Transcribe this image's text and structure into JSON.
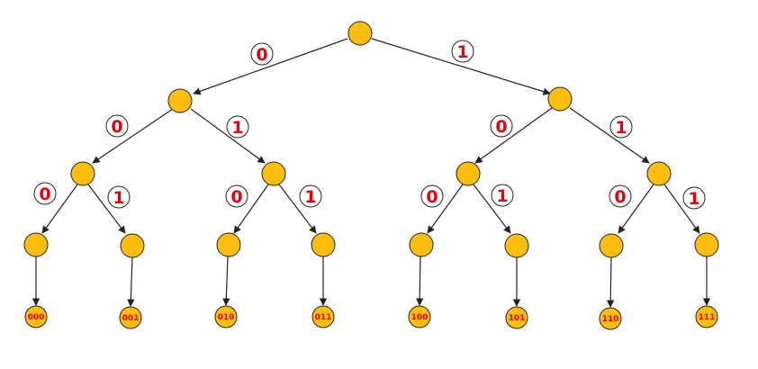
{
  "diagram": {
    "type": "binary-tree",
    "colors": {
      "node_fill": "#FDBE0E",
      "node_stroke": "#222222",
      "edge": "#222222",
      "label_text": "#E8000B",
      "label_bg": "#ffffff"
    },
    "branch_labels": {
      "root_left": "0",
      "root_right": "1",
      "n0_left": "0",
      "n0_right": "1",
      "n1_left": "0",
      "n1_right": "1",
      "n00_left": "0",
      "n00_right": "1",
      "n01_left": "0",
      "n01_right": "1",
      "n10_left": "0",
      "n10_right": "1",
      "n11_left": "0",
      "n11_right": "1"
    },
    "leaves": [
      "000",
      "001",
      "010",
      "011",
      "100",
      "101",
      "110",
      "111"
    ]
  }
}
